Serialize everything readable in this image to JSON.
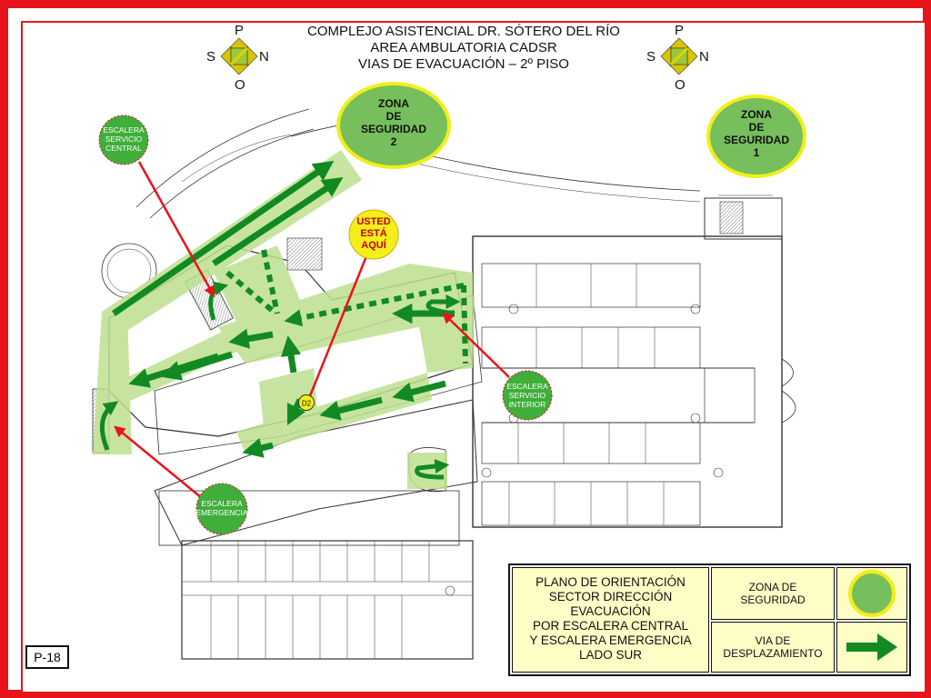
{
  "title": {
    "line1": "COMPLEJO ASISTENCIAL DR. SÓTERO DEL RÍO",
    "line2": "AREA AMBULATORIA CADSR",
    "line3": "VIAS DE EVACUACIÓN – 2º PISO"
  },
  "compass": {
    "north": "N",
    "south": "S",
    "west": "P",
    "east": "O"
  },
  "zones": [
    {
      "line1": "ZONA",
      "line2": "DE",
      "line3": "SEGURIDAD",
      "line4": "2"
    },
    {
      "line1": "ZONA",
      "line2": "DE",
      "line3": "SEGURIDAD",
      "line4": "1"
    }
  ],
  "stairs": {
    "central": {
      "line1": "ESCALERA",
      "line2": "SERVICIO",
      "line3": "CENTRAL"
    },
    "interior": {
      "line1": "ESCALERA",
      "line2": "SERVICIO",
      "line3": "INTERIOR"
    },
    "emergency": {
      "line1": "ESCALERA",
      "line2": "EMERGENCIA"
    }
  },
  "you_are_here": {
    "line1": "USTED",
    "line2": "ESTÁ",
    "line3": "AQUÍ",
    "marker": "D2"
  },
  "legend": {
    "plan_lines": [
      "PLANO DE ORIENTACIÓN",
      "SECTOR DIRECCIÓN",
      "EVACUACIÓN",
      "POR ESCALERA CENTRAL",
      "Y ESCALERA EMERGENCIA",
      "LADO SUR"
    ],
    "zone_line1": "ZONA DE",
    "zone_line2": "SEGURIDAD",
    "route_line1": "VIA DE",
    "route_line2": "DESPLAZAMIENTO"
  },
  "page_code": "P-18",
  "colors": {
    "frame": "#e8141b",
    "zone_fill": "#76bf5c",
    "zone_ring": "#f2ee1a",
    "stair_fill": "#3fae3a",
    "route_arrow": "#128a24",
    "route_band": "#bde08f",
    "pointer": "#e8141b",
    "legend_bg": "#fefdc6"
  }
}
